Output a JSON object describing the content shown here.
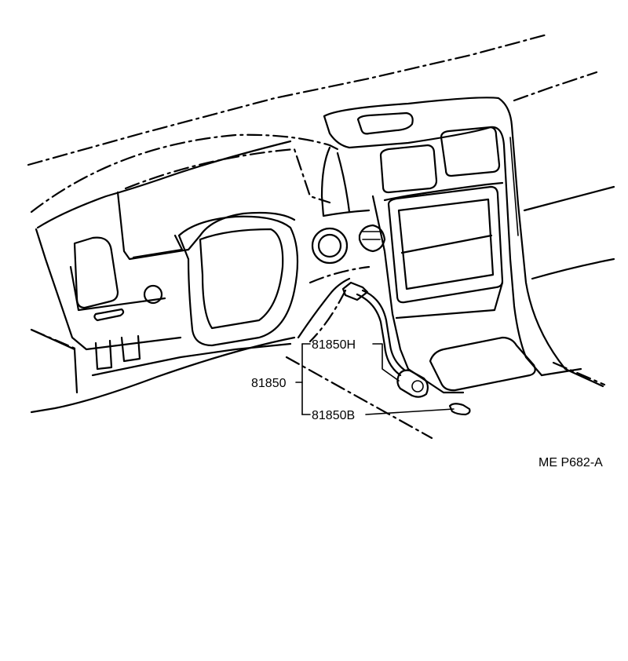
{
  "parts": {
    "group": "81850",
    "lamp_assy": "81850H",
    "bulb": "81850B"
  },
  "figure_code": "ME P682-A"
}
